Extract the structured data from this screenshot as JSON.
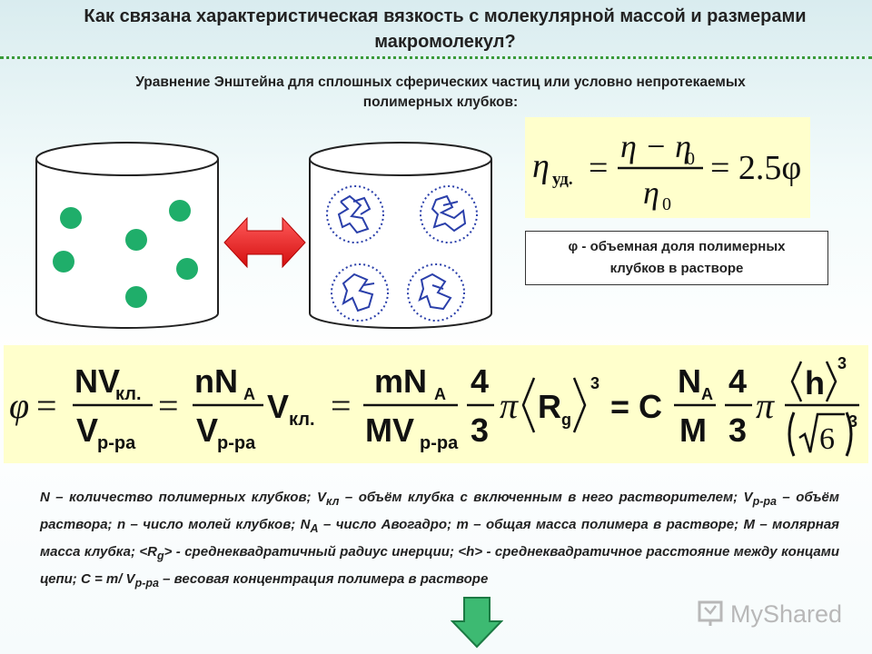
{
  "header": {
    "title_line1": "Как связана характеристическая вязкость с  молекулярной массой и размерами",
    "title_line2": "макромолекул?"
  },
  "subtitle": {
    "line1": "Уравнение Энштейна для сплошных сферических частиц или условно непротекаемых",
    "line2": "полимерных клубков:"
  },
  "formula1": {
    "eta": "η",
    "sub_ud": "уд.",
    "eq": "=",
    "numerator": "η − η",
    "zero": "0",
    "den": "η",
    "result": "= 2.5φ"
  },
  "note": {
    "line1": "φ - объемная доля полимерных",
    "line2": "клубков в растворе"
  },
  "formula2": {
    "phi": "φ",
    "eq": "=",
    "nv_num": "NV",
    "kl": "кл.",
    "v": "V",
    "rra": "р-ра",
    "nna": "nN",
    "a": "A",
    "vkl": "V",
    "mna": "mN",
    "mv": "MV",
    "four": "4",
    "three": "3",
    "pi": "π",
    "rg": "R",
    "g": "g",
    "exp3": "3",
    "c": "= C",
    "na": "N",
    "m": "M",
    "h": "h",
    "six": "6"
  },
  "legend": {
    "text_parts": [
      "N – количество полимерных клубков; V",
      "кл",
      " – объём клубка с включенным в него растворителем; V",
      "р-ра",
      " – объём раствора; n – число молей клубков; N",
      "A",
      " – число Авогадро; m – общая масса полимера в растворе; M – молярная масса клубка; <R",
      "g",
      "> - среднеквадратичный радиус инерции; <h> - среднеквадратичное расстояние между концами цепи; С = m/ V",
      "р-ра",
      " – весовая концентрация полимера в растворе"
    ]
  },
  "watermark": {
    "text": "MyShared"
  },
  "colors": {
    "particle": "#1fae6a",
    "arrow_red": "#e62020",
    "arrow_green": "#3dba72",
    "coil": "#2a3faa",
    "highlight": "#ffffcc"
  }
}
